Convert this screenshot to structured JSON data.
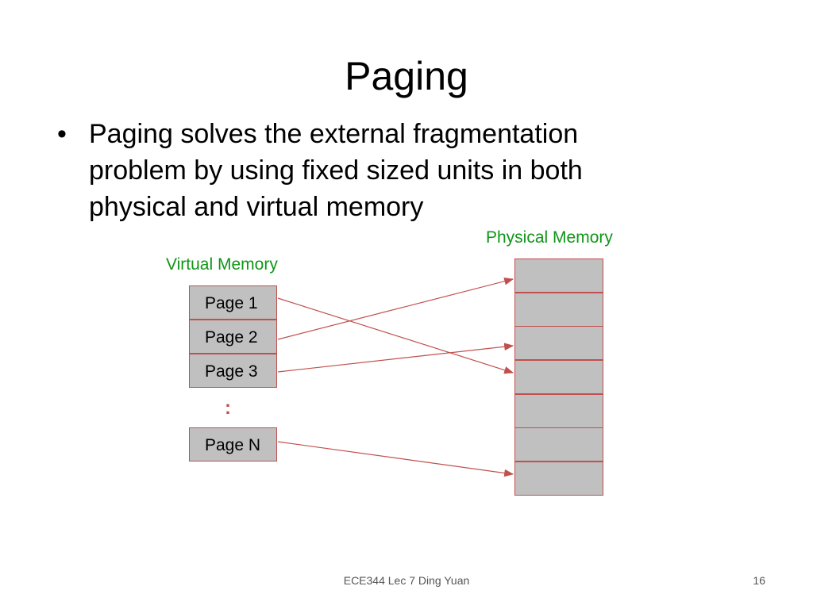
{
  "slide": {
    "title": "Paging",
    "bullets": [
      {
        "symbol": "•",
        "lines": [
          "Paging solves the external fragmentation",
          "problem by using fixed sized units in both",
          "physical and virtual memory"
        ]
      }
    ]
  },
  "diagram": {
    "virtual_memory_label": "Virtual Memory",
    "physical_memory_label": "Physical Memory",
    "pages": [
      "Page 1",
      "Page 2",
      "Page 3",
      "Page N"
    ],
    "ellipsis": ":",
    "physical_frame_count": 7,
    "mappings": [
      {
        "page": "Page 1",
        "frame": 4
      },
      {
        "page": "Page 2",
        "frame": 1
      },
      {
        "page": "Page 3",
        "frame": 3
      },
      {
        "page": "Page N",
        "frame": 7
      }
    ],
    "colors": {
      "label": "#109618",
      "box_fill": "#c0c0c0",
      "border_and_arrows": "#c0504d"
    }
  },
  "footer": {
    "text": "ECE344 Lec 7 Ding Yuan",
    "page_number": "16"
  }
}
